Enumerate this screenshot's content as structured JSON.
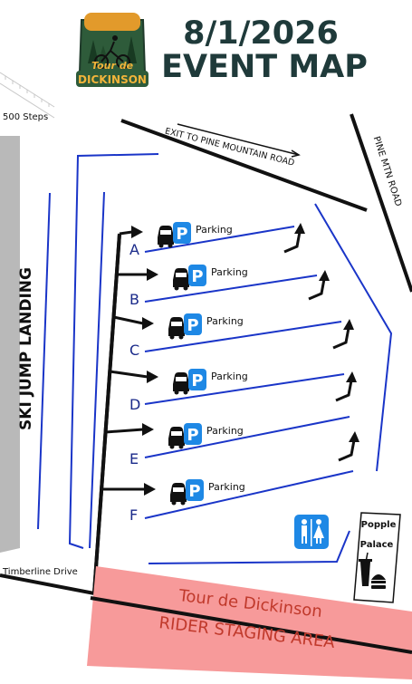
{
  "header": {
    "date": "8/1/2026",
    "subtitle": "EVENT MAP",
    "logo": {
      "line1": "Tour de",
      "line2": "DICKINSON",
      "icon": "cyclist-forest-logo"
    }
  },
  "labels": {
    "steps": "500 Steps",
    "ski_jump": "SKI JUMP LANDING",
    "exit": "EXIT TO PINE MOUNTAIN ROAD",
    "pine_mtn": "PINE MTN ROAD",
    "timberline": "Timberline Drive",
    "popple_line1": "Popple",
    "popple_line2": "Palace"
  },
  "rows": [
    {
      "letter": "A",
      "label": "Parking"
    },
    {
      "letter": "B",
      "label": "Parking"
    },
    {
      "letter": "C",
      "label": "Parking"
    },
    {
      "letter": "D",
      "label": "Parking"
    },
    {
      "letter": "E",
      "label": "Parking"
    },
    {
      "letter": "F",
      "label": "Parking"
    }
  ],
  "staging": {
    "line1": "Tour de Dickinson",
    "line2": "RIDER STAGING AREA"
  },
  "icons": {
    "restroom": "restroom-icon",
    "food": "food-icon",
    "car": "car-icon",
    "parking": "parking-sign-icon"
  },
  "colors": {
    "lane_blue": "#1a35c8",
    "road_black": "#111111",
    "parking_blue": "#1e88e5",
    "ski_jump_gray": "#b9b9b9",
    "staging_pink": "#f79a9a",
    "staging_text": "#c0392b",
    "title_text": "#1f3a3a",
    "letter_blue": "#1a2a8a"
  }
}
